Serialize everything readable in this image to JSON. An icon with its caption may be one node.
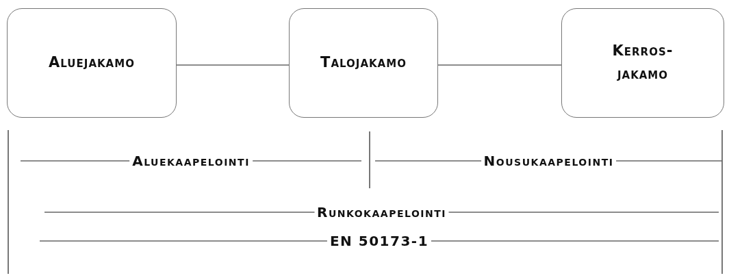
{
  "diagram": {
    "nodes": [
      {
        "text": [
          "Aluejakamo"
        ]
      },
      {
        "text": [
          "Talojakamo"
        ]
      },
      {
        "text": [
          "Kerros- jakamo"
        ]
      }
    ],
    "edges": [
      {
        "from": 0,
        "to": 1,
        "arrow": "none"
      },
      {
        "from": 1,
        "to": 2,
        "arrow": "none"
      }
    ],
    "labels": [
      "Aluekaapelointi",
      "Nousukaapelointi",
      "Runkokaapelointi",
      "EN 50173-1"
    ]
  }
}
